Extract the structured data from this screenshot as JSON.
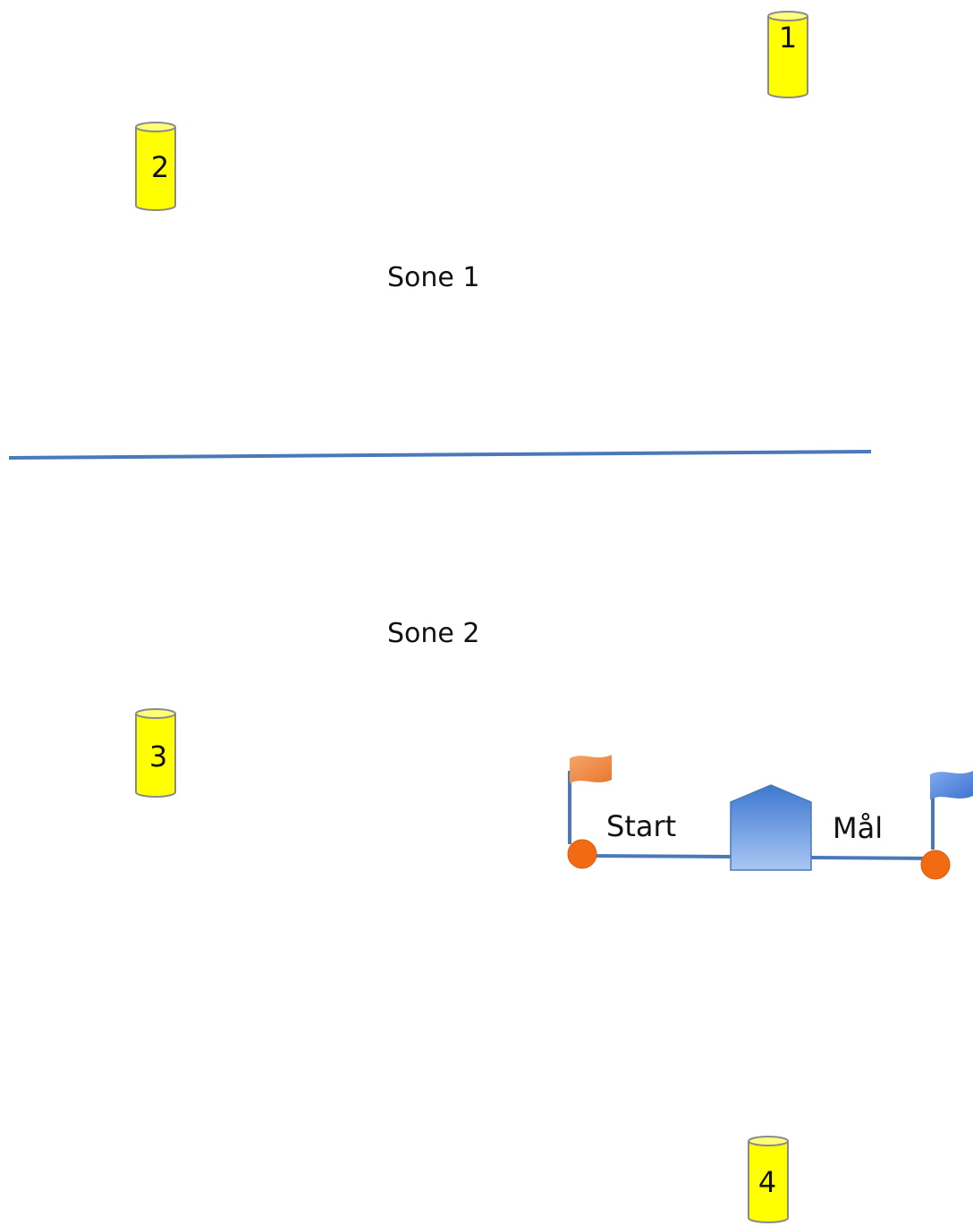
{
  "zones": {
    "zone_1_label": "Sone 1",
    "zone_2_label": "Sone 2"
  },
  "buoys": [
    {
      "number": "1"
    },
    {
      "number": "2"
    },
    {
      "number": "3"
    },
    {
      "number": "4"
    }
  ],
  "start_finish": {
    "start_label": "Start",
    "finish_label": "Mål"
  },
  "colors": {
    "buoy_fill": "#ffff00",
    "buoy_stroke": "#8a8a8a",
    "zone_divider": "#4a78b8",
    "start_flag": "#f08a3c",
    "finish_flag": "#4f86d6",
    "pin_mark": "#f26a12",
    "committee_boat": "#5b8fd8"
  }
}
